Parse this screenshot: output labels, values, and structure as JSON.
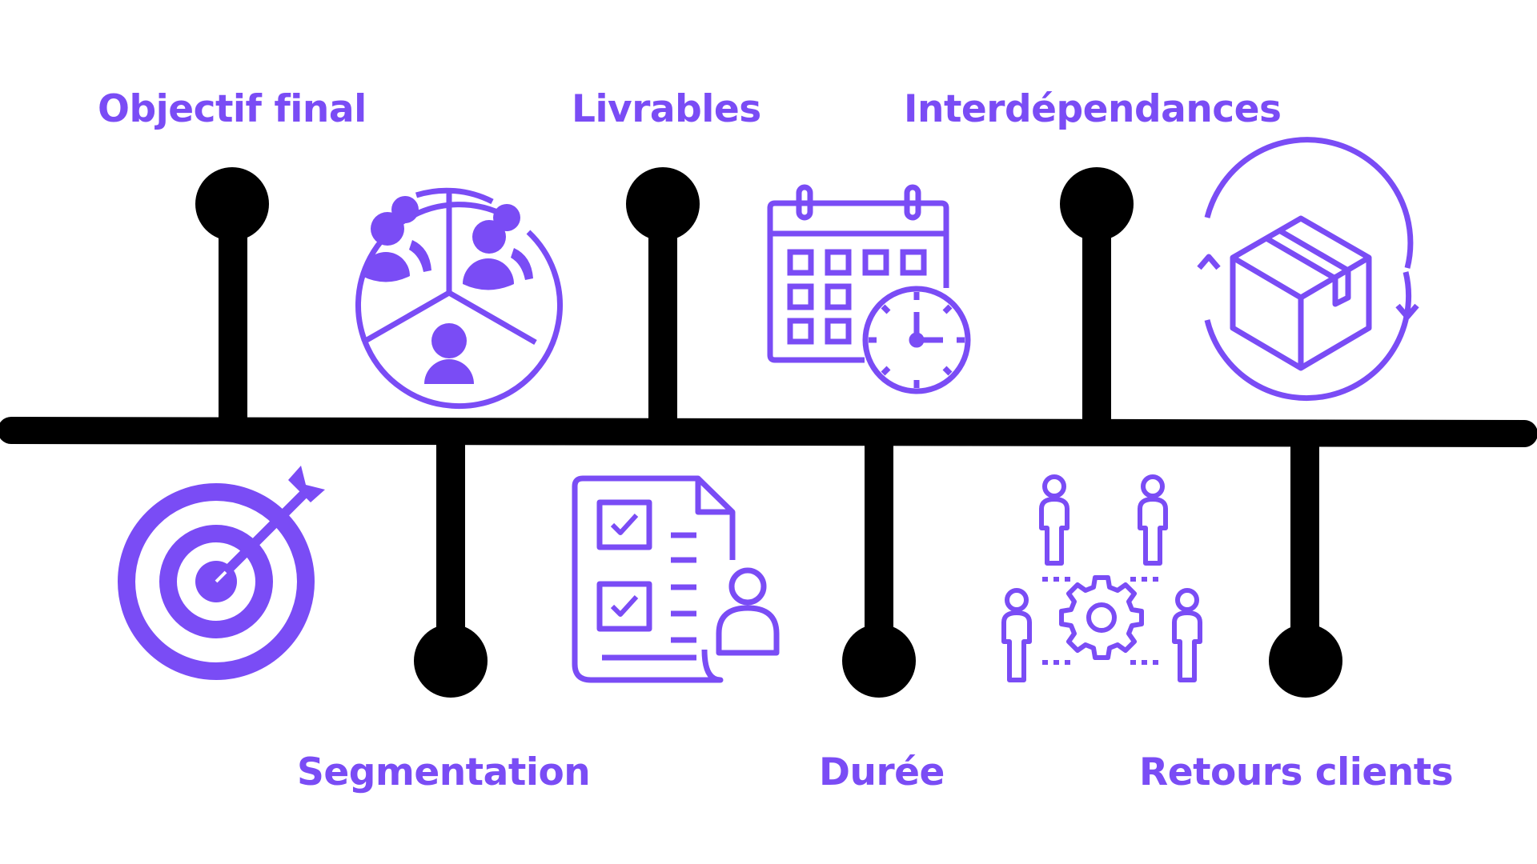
{
  "colors": {
    "accent": "#7a4cf5",
    "line": "#000000",
    "background": "#ffffff"
  },
  "timeline": {
    "milestones": [
      {
        "label": "Objectif final",
        "position": "top",
        "icon": "target-icon"
      },
      {
        "label": "Segmentation",
        "position": "bottom",
        "icon": "segmentation-icon"
      },
      {
        "label": "Livrables",
        "position": "top",
        "icon": "deliverables-checklist-icon"
      },
      {
        "label": "Durée",
        "position": "bottom",
        "icon": "calendar-clock-icon"
      },
      {
        "label": "Interdépendances",
        "position": "top",
        "icon": "team-gear-icon"
      },
      {
        "label": "Retours clients",
        "position": "bottom",
        "icon": "package-return-icon"
      }
    ]
  }
}
